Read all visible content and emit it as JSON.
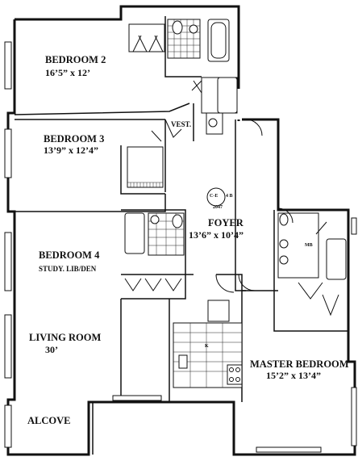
{
  "rooms": [
    {
      "name": "BEDROOM 2",
      "dims": "16’5” x 12’"
    },
    {
      "name": "BEDROOM 3",
      "dims": "13’9” x 12’4”"
    },
    {
      "name": "BEDROOM 4",
      "dims": "STUDY. LIB/DEN"
    },
    {
      "name": "LIVING ROOM",
      "dims": "30’"
    },
    {
      "name": "ALCOVE",
      "dims": ""
    },
    {
      "name": "FOYER",
      "dims": "13’6” x 10’4”"
    },
    {
      "name": "MASTER BEDROOM",
      "dims": "15’2” x 13’4”"
    }
  ],
  "labels": {
    "vestibule": "VEST.",
    "stamp_top": "C-E",
    "stamp_num": "2047",
    "stamp_side": "4 B",
    "mb": "MB",
    "k": "K"
  }
}
